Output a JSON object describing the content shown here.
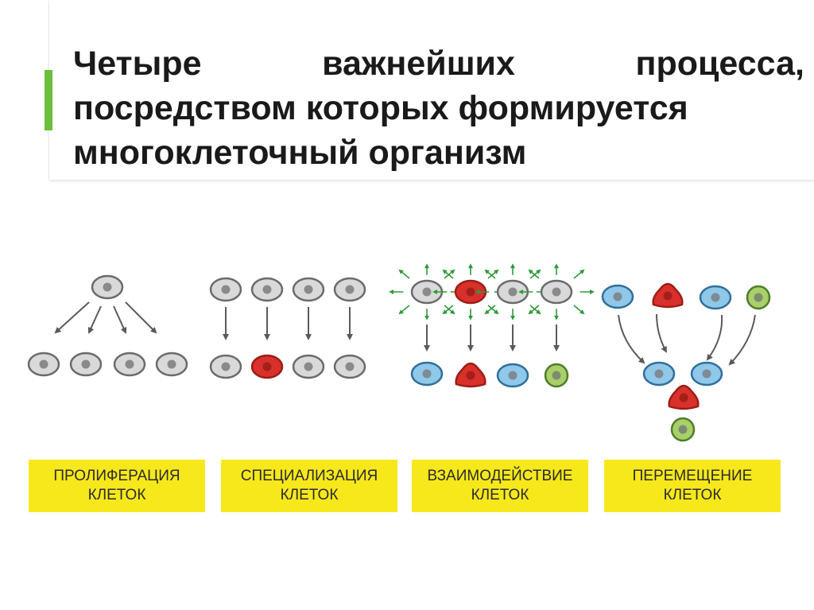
{
  "title": {
    "line1": [
      "Четыре",
      "важнейших",
      "процесса,"
    ],
    "line2": "посредством которых формируется",
    "line3": "многоклеточный организм"
  },
  "colors": {
    "accent": "#6bbf3b",
    "label_bg": "#f7e81b",
    "cell_grey": "#d9d9d9",
    "cell_grey_border": "#6b6b6b",
    "nucleus_grey": "#8a8a8a",
    "cell_red": "#d8302a",
    "cell_blue": "#8fc8e8",
    "cell_green": "#a9cf6a",
    "arrow": "#5a5a5a",
    "signal_arrow": "#2e9a3a"
  },
  "panels": [
    {
      "name": "proliferation",
      "label_line1": "ПРОЛИФЕРАЦИЯ",
      "label_line2": "КЛЕТОК"
    },
    {
      "name": "specialization",
      "label_line1": "СПЕЦИАЛИЗАЦИЯ",
      "label_line2": "КЛЕТОК"
    },
    {
      "name": "interaction",
      "label_line1": "ВЗАИМОДЕЙСТВИЕ",
      "label_line2": "КЛЕТОК"
    },
    {
      "name": "migration",
      "label_line1": "ПЕРЕМЕЩЕНИЕ",
      "label_line2": "КЛЕТОК"
    }
  ]
}
